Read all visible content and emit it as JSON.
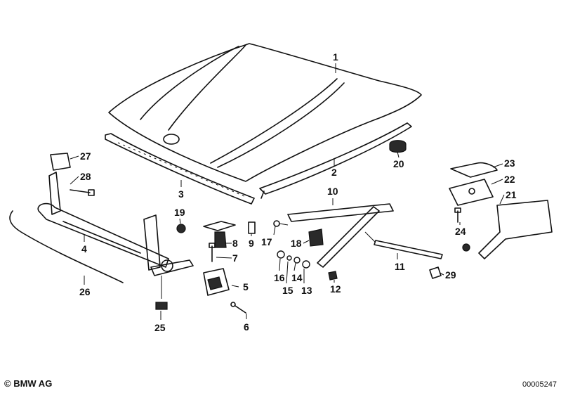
{
  "labels": {
    "p1": "1",
    "p2": "2",
    "p3": "3",
    "p4": "4",
    "p5": "5",
    "p6": "6",
    "p7": "7",
    "p8": "8",
    "p9": "9",
    "p10": "10",
    "p11": "11",
    "p12": "12",
    "p13": "13",
    "p14": "14",
    "p15": "15",
    "p16": "16",
    "p17": "17",
    "p18": "18",
    "p19": "19",
    "p20": "20",
    "p21": "21",
    "p22": "22",
    "p23": "23",
    "p24": "24",
    "p25": "25",
    "p26": "26",
    "p27": "27",
    "p28": "28",
    "p29": "29"
  },
  "footer": {
    "copyright": "© BMW AG",
    "diagram_number": "00005247"
  }
}
